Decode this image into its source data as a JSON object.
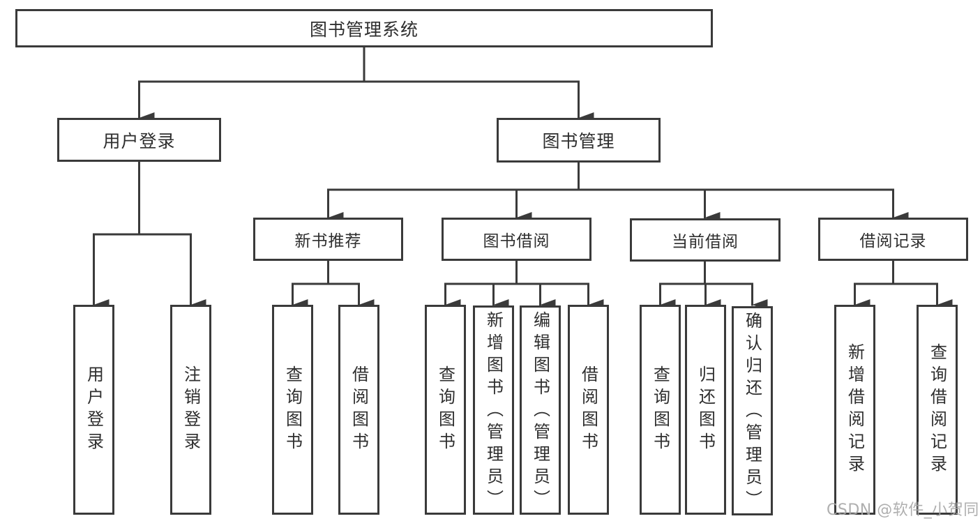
{
  "diagram": {
    "root": {
      "label": "图书管理系统"
    },
    "branches": [
      {
        "label": "用户登录",
        "children": [
          {
            "label": "用户登录"
          },
          {
            "label": "注销登录"
          }
        ]
      },
      {
        "label": "图书管理",
        "children": [
          {
            "label": "新书推荐",
            "children": [
              {
                "label": "查询图书"
              },
              {
                "label": "借阅图书"
              }
            ]
          },
          {
            "label": "图书借阅",
            "children": [
              {
                "label": "查询图书"
              },
              {
                "label": "新增图书（管理员）"
              },
              {
                "label": "编辑图书（管理员）"
              },
              {
                "label": "借阅图书"
              }
            ]
          },
          {
            "label": "当前借阅",
            "children": [
              {
                "label": "查询图书"
              },
              {
                "label": "归还图书"
              },
              {
                "label": "确认归还（管理员）"
              }
            ]
          },
          {
            "label": "借阅记录",
            "children": [
              {
                "label": "新增借阅记录"
              },
              {
                "label": "查询借阅记录"
              }
            ]
          }
        ]
      }
    ]
  },
  "watermark": {
    "text": "CSDN @软件_小贺同学"
  },
  "colors": {
    "line": "#3a3a3a",
    "text": "#2e2e2e",
    "watermark": "#a8a8a8",
    "background": "#ffffff"
  }
}
